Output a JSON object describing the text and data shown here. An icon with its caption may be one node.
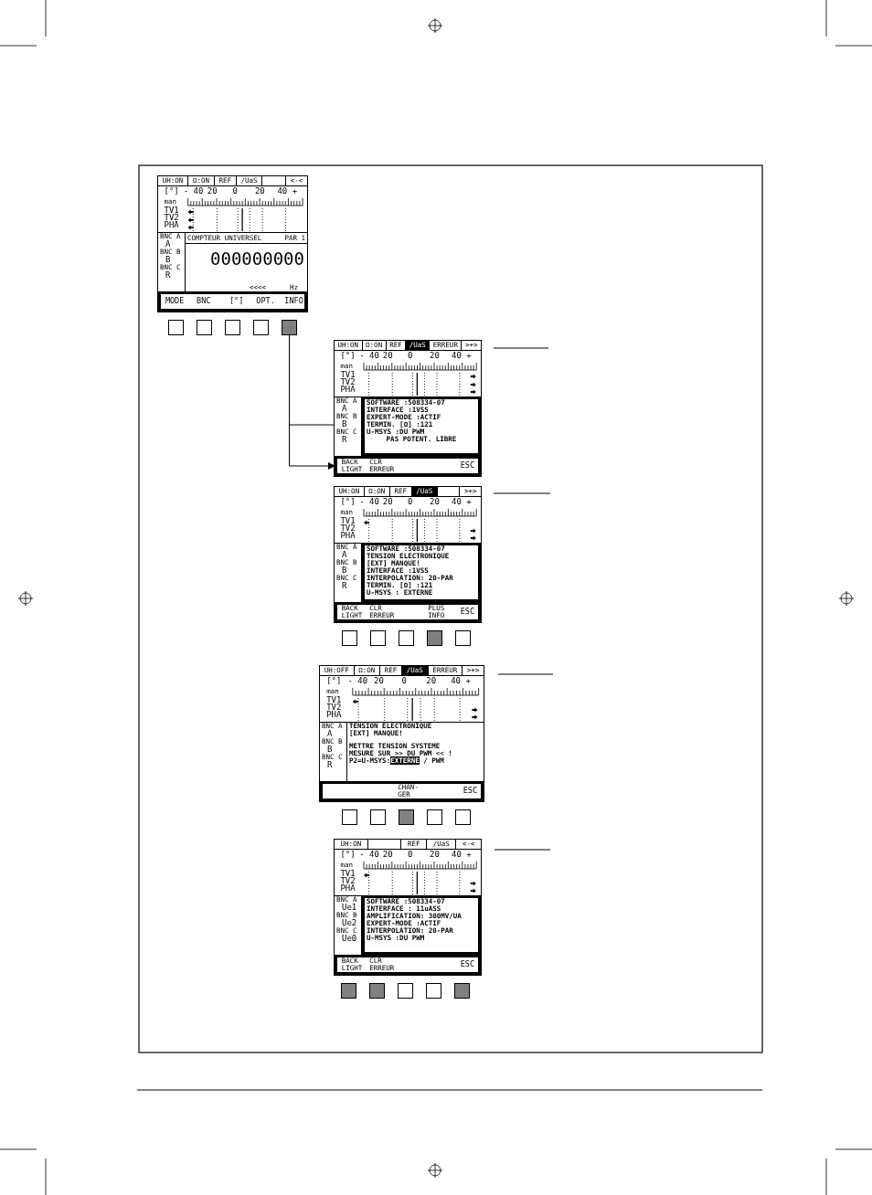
{
  "diagram": {
    "nodes": [
      {
        "text": [],
        "shape": "box"
      },
      {
        "text": [
          "UH:ON",
          "Ω:ON",
          "REF",
          "/UaS",
          "<-<"
        ],
        "in": 0
      },
      {
        "text": [
          "[°]",
          "- 40",
          "20",
          "0",
          "20",
          "40 +",
          "man",
          "TV1",
          "TV2",
          "PHA"
        ],
        "in": 0
      },
      {
        "text": [
          "BNC A",
          "A",
          "BNC B",
          "B",
          "BNC C",
          "R"
        ],
        "in": 0
      },
      {
        "text": [
          "COMPTEUR UNIVERSEL",
          "PAR 1",
          "000000000",
          "<<<<",
          "Hz"
        ],
        "in": 0
      },
      {
        "text": [
          "MODE",
          "BNC",
          "[°]",
          "OPT.",
          "INFO"
        ],
        "in": 0
      },
      {
        "text": [],
        "shape": "box"
      },
      {
        "text": [],
        "shape": "box"
      },
      {
        "text": [],
        "shape": "box"
      },
      {
        "text": [],
        "shape": "box"
      },
      {
        "text": [],
        "shape": "box"
      },
      {
        "text": [],
        "shape": "box"
      },
      {
        "text": [
          "UH:ON",
          "Ω:ON",
          "REF",
          "/UaS",
          "ERREUR",
          ">+>"
        ],
        "in": 11
      },
      {
        "text": [
          "[°]",
          "- 40",
          "20",
          "0",
          "20",
          "40 +",
          "man",
          "TV1",
          "TV2",
          "PHA"
        ],
        "in": 11
      },
      {
        "text": [
          "BNC A",
          "A",
          "BNC B",
          "B",
          "BNC C",
          "R"
        ],
        "in": 11
      },
      {
        "text": [
          "SOFTWARE :508334-07",
          "INTERFACE :1VSS",
          "EXPERT-MODE :ACTIF",
          "TERMIN. [Ω] :121",
          "U-MSYS :DU PWM",
          "PAS POTENT. LIBRE"
        ],
        "in": 11
      },
      {
        "text": [
          "BACK LIGHT",
          "CLR ERREUR",
          "ESC"
        ],
        "in": 11
      },
      {
        "text": [],
        "shape": "box"
      },
      {
        "text": [
          "UH:ON",
          "Ω:ON",
          "REF",
          "/UaS",
          ">+>"
        ],
        "in": 17
      },
      {
        "text": [
          "[°]",
          "- 40",
          "20",
          "0",
          "20",
          "40 +",
          "man",
          "TV1",
          "TV2",
          "PHA"
        ],
        "in": 17
      },
      {
        "text": [
          "BNC A",
          "A",
          "BNC B",
          "B",
          "BNC C",
          "R"
        ],
        "in": 17
      },
      {
        "text": [
          "SOFTWARE :508334-07",
          "TENSION ELECTRONIQUE",
          "[EXT] MANQUE!",
          "INTERFACE :1VSS",
          "INTERPOLATION: 20-PAR",
          "TERMIN. [Ω] :121",
          "U-MSYS : EXTERNE"
        ],
        "in": 17
      },
      {
        "text": [
          "BACK LIGHT",
          "CLR ERREUR",
          "PLUS INFO",
          "ESC"
        ],
        "in": 17
      },
      {
        "text": [],
        "shape": "box"
      },
      {
        "text": [],
        "shape": "box"
      },
      {
        "text": [],
        "shape": "box"
      },
      {
        "text": [],
        "shape": "box"
      },
      {
        "text": [],
        "shape": "box"
      },
      {
        "text": [],
        "shape": "box"
      },
      {
        "text": [
          "UH:OFF",
          "Ω:ON",
          "REF",
          "/UaS",
          "ERREUR",
          ">+>"
        ],
        "in": 28
      },
      {
        "text": [
          "[°]",
          "- 40",
          "20",
          "0",
          "20",
          "40 +",
          "man",
          "TV1",
          "TV2",
          "PHA"
        ],
        "in": 28
      },
      {
        "text": [
          "BNC A",
          "A",
          "BNC B",
          "B",
          "BNC C",
          "R"
        ],
        "in": 28
      },
      {
        "text": [
          "TENSION ELECTRONIQUE",
          "[EXT] MANQUE!",
          "METTRE TENSION SYSTEME",
          "MESURE SUR >> DU PWM << !",
          "P2=U-MSYS:**EXTERNE** / PWM"
        ],
        "in": 28
      },
      {
        "text": [
          "CHAN- GER",
          "ESC"
        ],
        "in": 28
      },
      {
        "text": [],
        "shape": "box"
      },
      {
        "text": [],
        "shape": "box"
      },
      {
        "text": [],
        "shape": "box"
      },
      {
        "text": [],
        "shape": "box"
      },
      {
        "text": [],
        "shape": "box"
      },
      {
        "text": [],
        "shape": "box"
      },
      {
        "text": [
          "UH:ON",
          "REF",
          "/UaS",
          "<-<"
        ],
        "in": 39
      },
      {
        "text": [
          "[°]",
          "- 40",
          "20",
          "0",
          "20",
          "40 +",
          "man",
          "TV1",
          "TV2",
          "PHA"
        ],
        "in": 39
      },
      {
        "text": [
          "BNC A",
          "Ue1",
          "BNC B",
          "Ue2",
          "BNC C",
          "Ue0"
        ],
        "in": 39
      },
      {
        "text": [
          "SOFTWARE :508334-07",
          "INTERFACE : 11uASS",
          "AMPLIFICATION: 300MV/UA",
          "EXPERT-MODE :ACTIF",
          "INTERPOLATION: 20-PAR",
          "U-MSYS :DU PWM"
        ],
        "in": 39
      },
      {
        "text": [
          "BACK LIGHT",
          "CLR ERREUR",
          "ESC"
        ],
        "in": 39
      },
      {
        "text": [],
        "shape": "box"
      },
      {
        "text": [],
        "shape": "box"
      },
      {
        "text": [],
        "shape": "box"
      },
      {
        "text": [],
        "shape": "box"
      },
      {
        "text": [],
        "shape": "box"
      }
    ],
    "edges": [
      {
        "from": 10,
        "to": 16,
        "arrow": "to"
      },
      {
        "from": 10,
        "to": 11,
        "arrow": "none"
      }
    ]
  }
}
